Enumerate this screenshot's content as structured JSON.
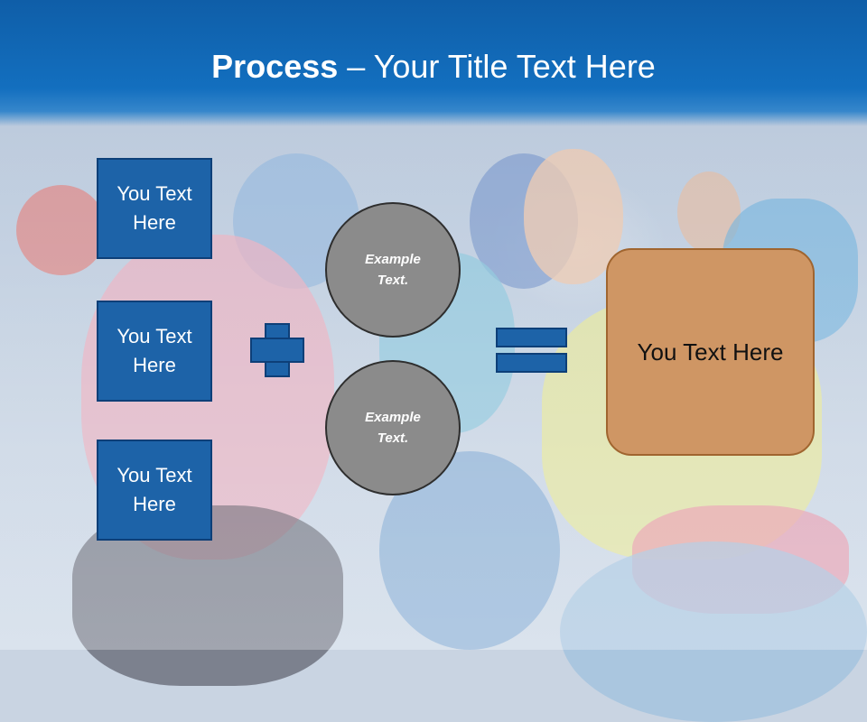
{
  "slide": {
    "title_bold": "Process",
    "title_rest": " – Your Title Text Here"
  },
  "left_boxes": [
    {
      "text": "You Text Here"
    },
    {
      "text": "You Text Here"
    },
    {
      "text": "You Text Here"
    }
  ],
  "circles": [
    {
      "text": "Example Text."
    },
    {
      "text": "Example Text."
    }
  ],
  "result_box": {
    "text": "You Text Here"
  },
  "colors": {
    "header_blue": "#136fbf",
    "box_blue": "#1d63a8",
    "circle_gray": "#8b8b8b",
    "result_orange": "#cf9664"
  }
}
